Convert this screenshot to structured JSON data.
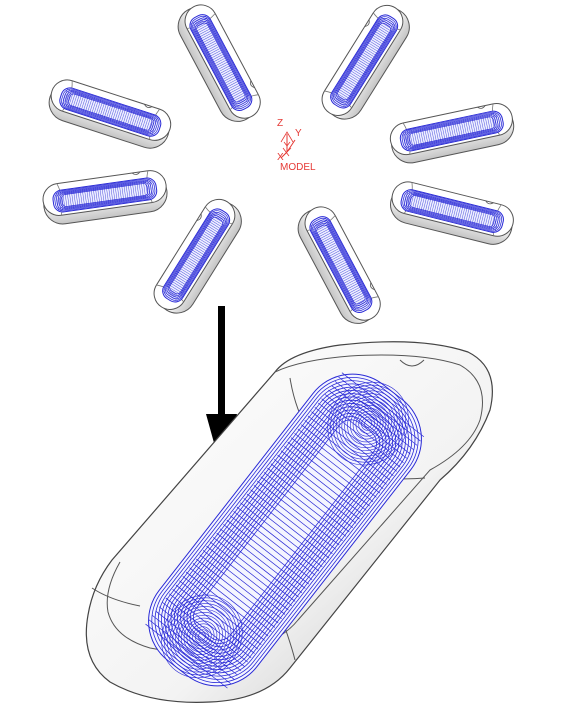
{
  "triad": {
    "z_label": "Z",
    "y_label": "Y",
    "x_label": "X",
    "model_label": "MODEL"
  },
  "colors": {
    "toolpath": "#2a2ad6",
    "shell_stroke": "#555555",
    "shell_fill_light": "#ffffff",
    "shell_fill_dark": "#c9c9c9",
    "triad": "#e53935",
    "arrow": "#000000"
  },
  "icons": {
    "arrow": "down-arrow-icon",
    "triad": "coordinate-triad-icon"
  }
}
